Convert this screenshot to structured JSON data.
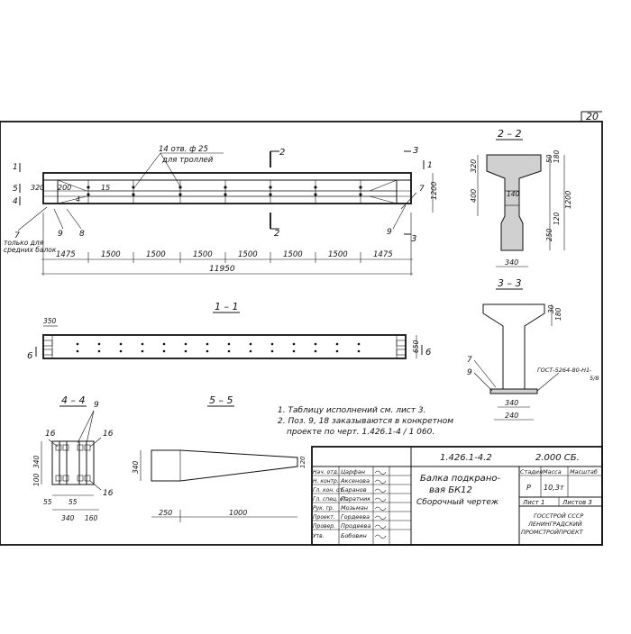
{
  "sheet": {
    "page_no": "20",
    "frame_color": "#111111"
  },
  "views": {
    "section_2_2": "2 – 2",
    "section_3_3": "3 – 3",
    "section_1_1": "1 – 1",
    "section_4_4": "4 – 4",
    "section_5_5": "5 – 5"
  },
  "elevation": {
    "holes_note_1": "14 отв. ф 25",
    "holes_note_2": "для троллей",
    "cut_2": "2",
    "cut_3": "3",
    "cut_1": "1",
    "cut_5": "5",
    "cut_4": "4",
    "dim_320": "320",
    "dim_200": "200",
    "dim_15": "15",
    "dim_4": "4",
    "dim_1200": "1200",
    "pos_7": "7",
    "pos_9": "9",
    "pos_8": "8",
    "pos_7b": "7",
    "pos_9b": "9",
    "note_only_1": "только для",
    "note_only_2": "средних балок",
    "spans": [
      "1475",
      "1500",
      "1500",
      "1500",
      "1500",
      "1500",
      "1500",
      "1475"
    ],
    "total": "11950"
  },
  "sec22": {
    "d_320": "320",
    "d_400": "400",
    "d_140": "140",
    "d_50": "50",
    "d_180": "180",
    "d_1200": "1200",
    "d_250": "250",
    "d_120": "120",
    "d_340": "340"
  },
  "sec33": {
    "d_30": "30",
    "d_180": "180",
    "pos_7": "7",
    "pos_9": "9",
    "gost": "ГОСТ-5264-80-Н1-",
    "gost2": "5/8",
    "d_340": "340",
    "d_240": "240"
  },
  "plan11": {
    "d_350": "350",
    "d_650": "650",
    "cut_6": "6"
  },
  "sec44": {
    "pos_9": "9",
    "pos_16a": "16",
    "pos_16b": "16",
    "pos_16c": "16",
    "d_340": "340",
    "d_100": "100",
    "d_55a": "55",
    "d_55b": "55",
    "d_340b": "340",
    "d_160": "160"
  },
  "sec55": {
    "d_340": "340",
    "d_120": "120",
    "d_250": "250",
    "d_1000": "1000"
  },
  "notes": {
    "n1": "1. Таблицу исполнений  см. лист 3.",
    "n2": "2. Поз. 9, 18 заказываются в конкретном",
    "n3": "проекте по черт. 1.426.1-4 / 1 060."
  },
  "stamp": {
    "code": "1.426.1-4.2",
    "sb": "2.000 СБ.",
    "title_1": "Балка подкрано-",
    "title_2": "вая БК12",
    "title_3": "Сборочный  чертеж",
    "h_stage": "Стадия",
    "h_mass": "Масса",
    "h_scale": "Масштаб",
    "stage": "Р",
    "mass": "10,3т",
    "sheet": "Лист 1",
    "sheets": "Листов 3",
    "org_1": "ГОССТРОЙ СССР",
    "org_2": "ЛЕНИНГРАДСКИЙ",
    "org_3": "ПРОМСТРОЙПРОЕКТ",
    "roles": [
      "Нач. отд.",
      "Н. контр.",
      "Гл. кон. от.",
      "Гл. спец. от.",
      "Рук. гр.",
      "Проект.",
      "Провер.",
      "Утв."
    ],
    "names": [
      "Царфан",
      "Аксенова",
      "Баранов",
      "Паратник",
      "Мозьман",
      "Гордеева",
      "Продеева",
      "Бобовин"
    ]
  }
}
